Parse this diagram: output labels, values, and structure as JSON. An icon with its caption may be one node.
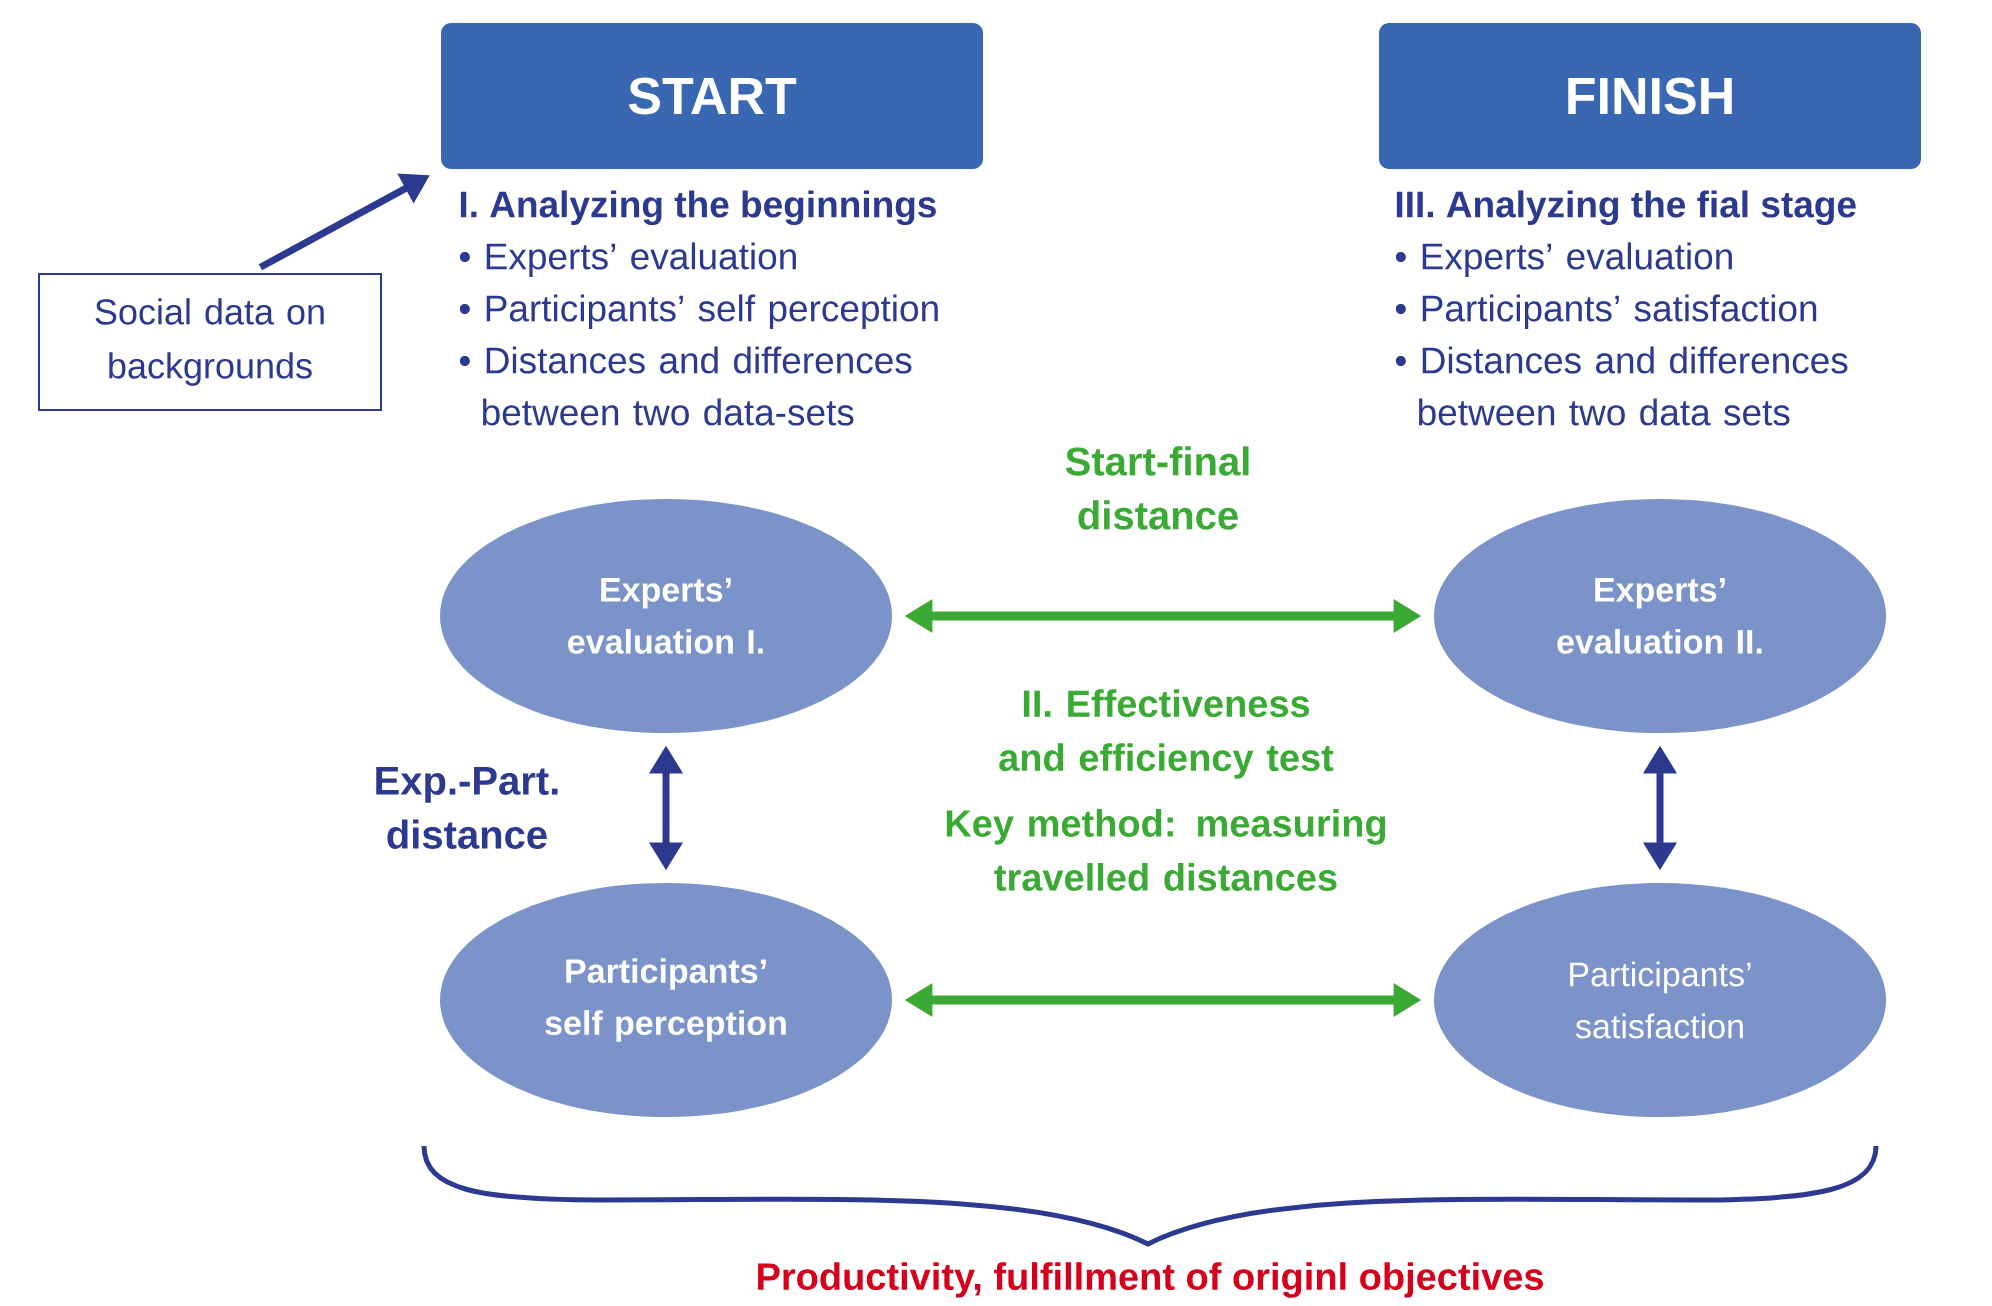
{
  "diagram": {
    "nodes": [
      {
        "text": [
          "START"
        ],
        "beside": [
          "I. Analyzing the beginnings",
          "• Experts’ evaluation",
          "• Participants’ self perception",
          "• Distances and differences between two data-sets"
        ]
      },
      {
        "text": [
          "FINISH"
        ],
        "beside": [
          "III. Analyzing the fial stage",
          "• Experts’ evaluation",
          "• Participants’ satisfaction",
          "• Distances and differences between two data sets"
        ]
      },
      {
        "text": [
          "Social data on backgrounds"
        ]
      },
      {
        "text": [
          "Experts’ evaluation I."
        ]
      },
      {
        "text": [
          "Experts’ evaluation II."
        ]
      },
      {
        "text": [
          "Participants’ self perception"
        ]
      },
      {
        "text": [
          "Participants’ satisfaction"
        ]
      }
    ],
    "edges": [
      {
        "from": 2,
        "to": 0,
        "arrow": "to"
      },
      {
        "from": 3,
        "to": 4,
        "arrow": "both",
        "label": "Start-final distance",
        "color": "#3aaa35"
      },
      {
        "from": 3,
        "to": 5,
        "arrow": "both",
        "label": "Exp.-Part. distance"
      },
      {
        "from": 4,
        "to": 6,
        "arrow": "both"
      },
      {
        "from": 5,
        "to": 6,
        "arrow": "both",
        "color": "#3aaa35"
      }
    ],
    "labels": [
      "II. Effectiveness and efficiency test",
      "Key method: measuring travelled distances",
      "Productivity, fulfillment of originl objectives"
    ]
  }
}
